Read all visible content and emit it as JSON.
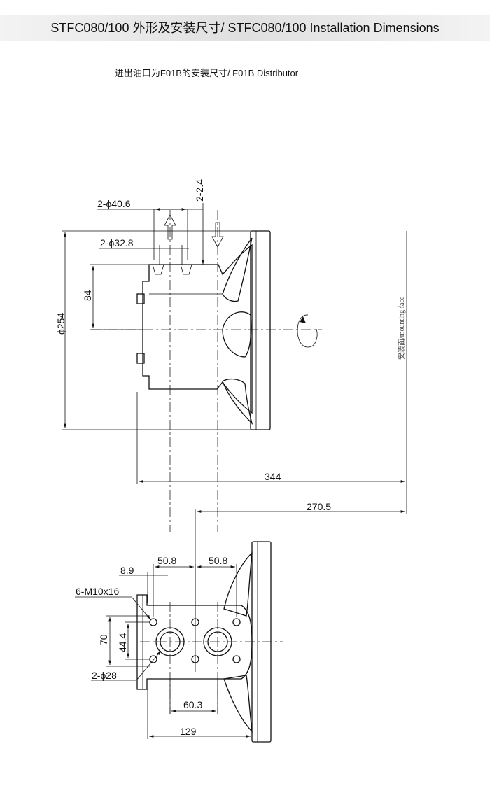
{
  "title": "STFC080/100 外形及安装尺寸/ STFC080/100 Installation Dimensions",
  "subtitle": "进出油口为F01B的安装尺寸/ F01B Distributor",
  "mounting_face_label": "安装面/mounting face",
  "dimensions": {
    "d_2_2_4": "2-2.4",
    "d_2_phi40_6": "2-ϕ40.6",
    "d_2_phi32_8": "2-ϕ32.8",
    "d_84": "84",
    "d_phi254": "ϕ254",
    "d_344": "344",
    "d_270_5": "270.5",
    "d_8_9": "8.9",
    "d_50_8_a": "50.8",
    "d_50_8_b": "50.8",
    "d_6_m10x16": "6-M10x16",
    "d_70": "70",
    "d_44_4": "44.4",
    "d_2_phi28": "2-ϕ28",
    "d_60_3": "60.3",
    "d_129": "129"
  }
}
